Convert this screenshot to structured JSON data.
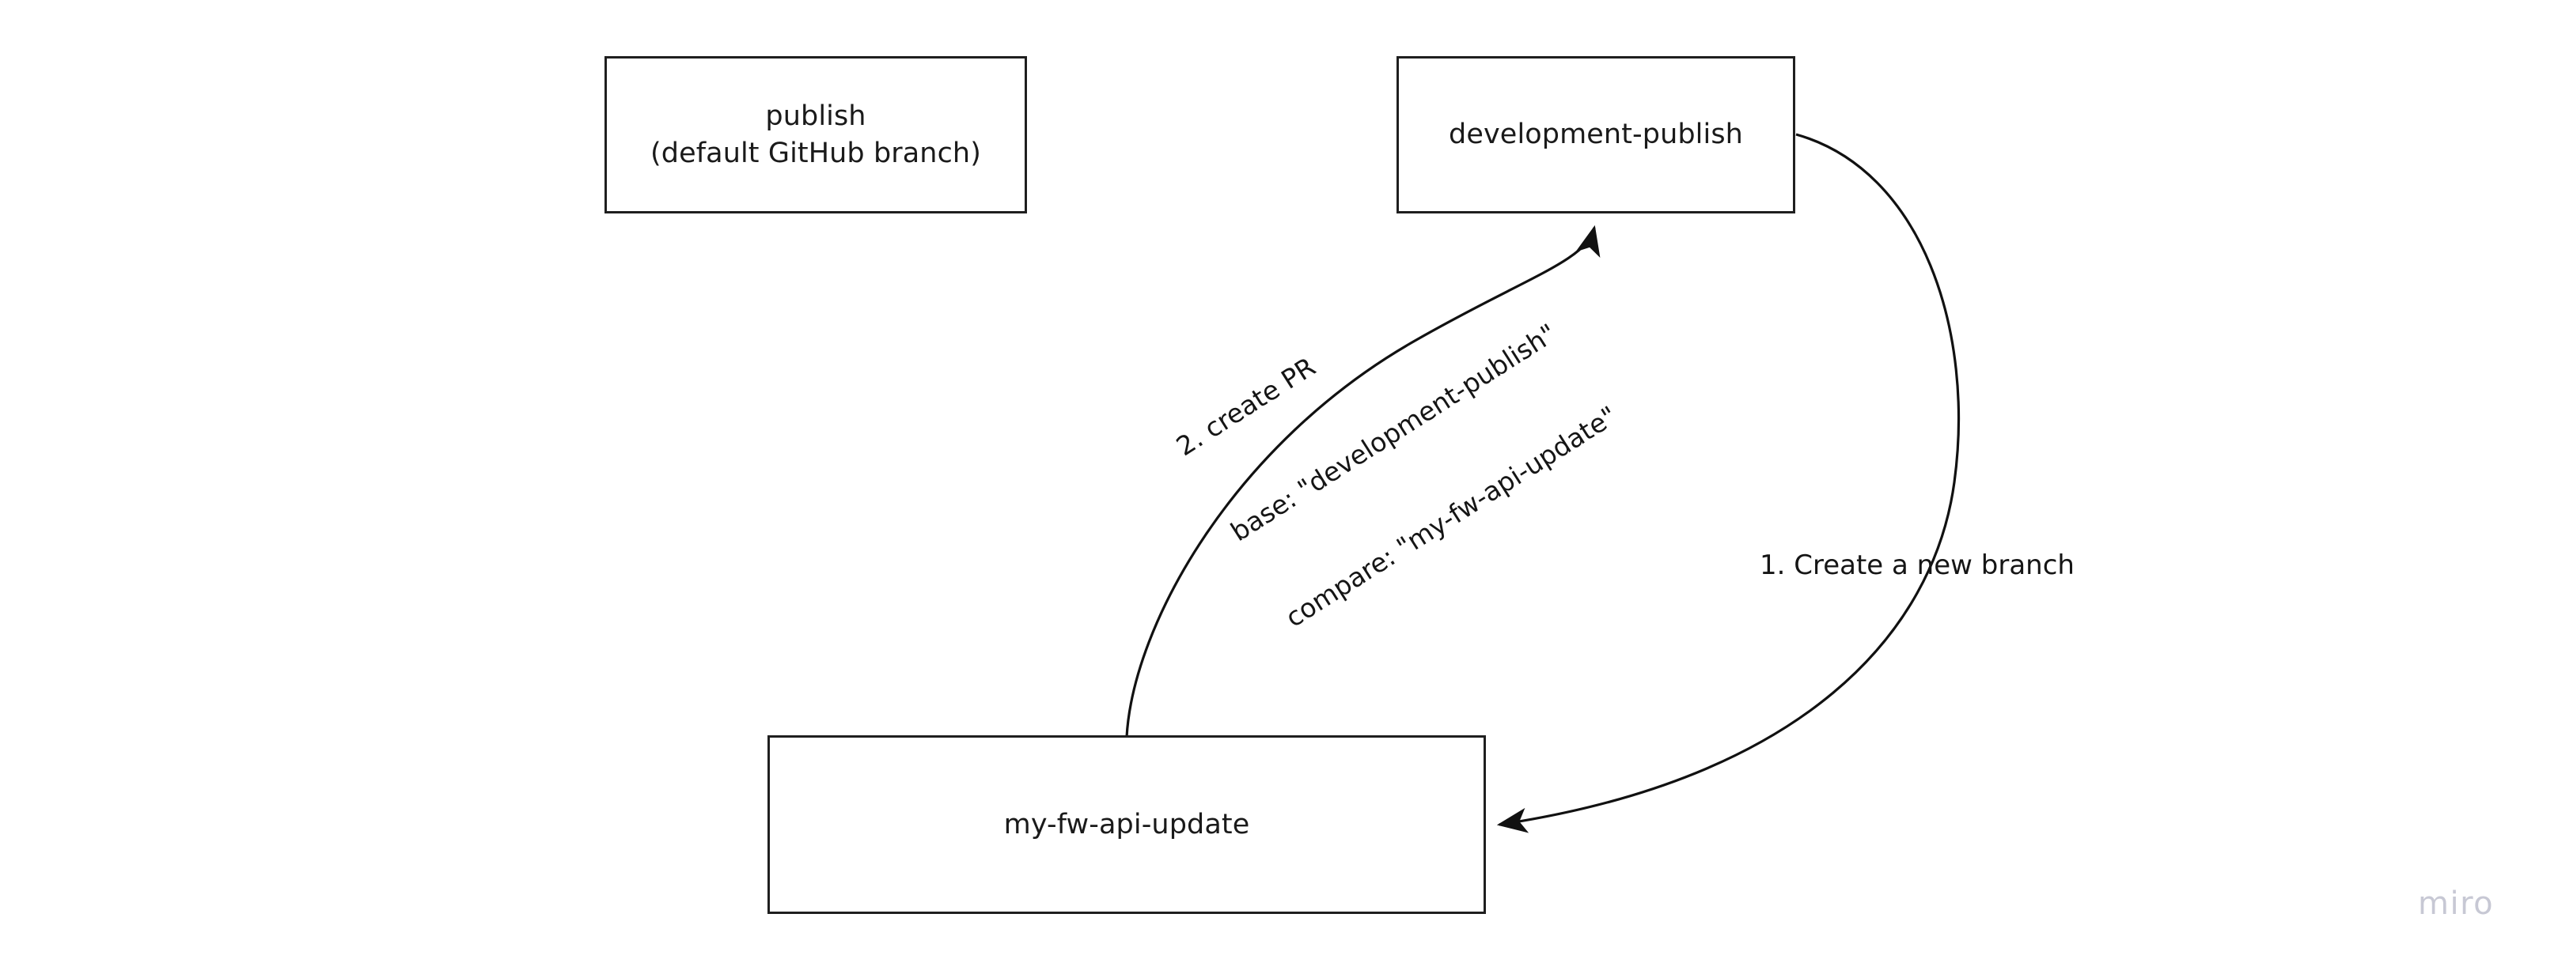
{
  "board": {
    "background_color": "#ffffff",
    "watermark": "miro",
    "watermark_color": "#c7c8d4"
  },
  "theme": {
    "node_border_color": "#1f1f1f",
    "node_fill_color": "#ffffff",
    "text_color": "#1a1a1a",
    "edge_color": "#111111"
  },
  "nodes": [
    {
      "id": "publish",
      "label": "publish\n(default GitHub branch)",
      "line1": "publish",
      "line2": "(default GitHub branch)"
    },
    {
      "id": "development-publish",
      "label": "development-publish"
    },
    {
      "id": "my-fw-api-update",
      "label": "my-fw-api-update"
    }
  ],
  "edges": [
    {
      "id": "create-branch",
      "from": "development-publish",
      "to": "my-fw-api-update",
      "label": "1. Create a new branch",
      "arrowhead": "target"
    },
    {
      "id": "create-pr",
      "from": "my-fw-api-update",
      "to": "development-publish",
      "arrowhead": "target",
      "label_lines": [
        "2. create PR",
        "base: \"development-publish\"",
        "compare: \"my-fw-api-update\""
      ]
    }
  ]
}
